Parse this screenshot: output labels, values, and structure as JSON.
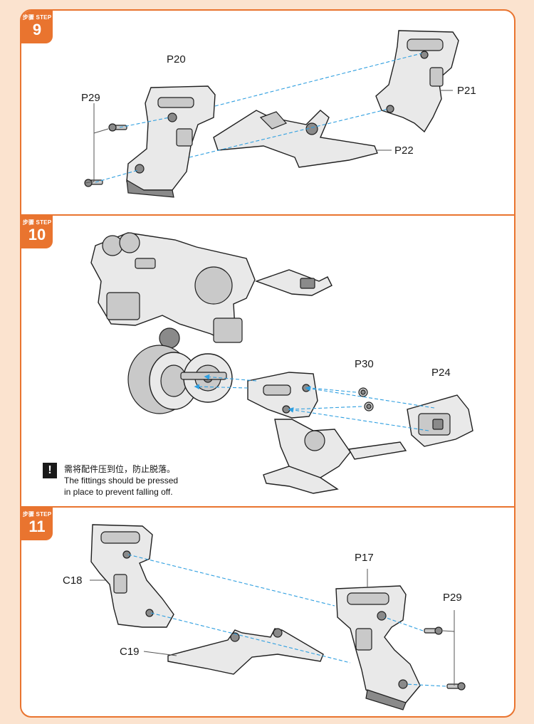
{
  "colors": {
    "accent": "#e9742f",
    "guide": "#2f9fe0",
    "background": "#fbe3cf"
  },
  "steps": [
    {
      "label": "步骤 STEP",
      "number": "9",
      "parts": {
        "p20": "P20",
        "p29": "P29",
        "p21": "P21",
        "p22": "P22"
      }
    },
    {
      "label": "步骤 STEP",
      "number": "10",
      "parts": {
        "p30": "P30",
        "p24": "P24"
      },
      "notice": {
        "icon": "!",
        "text_cn": "需将配件压到位，防止脱落。",
        "text_en_line1": "The fittings should be pressed",
        "text_en_line2": "in place to prevent falling off."
      }
    },
    {
      "label": "步骤 STEP",
      "number": "11",
      "parts": {
        "p17": "P17",
        "c18": "C18",
        "p29": "P29",
        "c19": "C19"
      }
    }
  ]
}
